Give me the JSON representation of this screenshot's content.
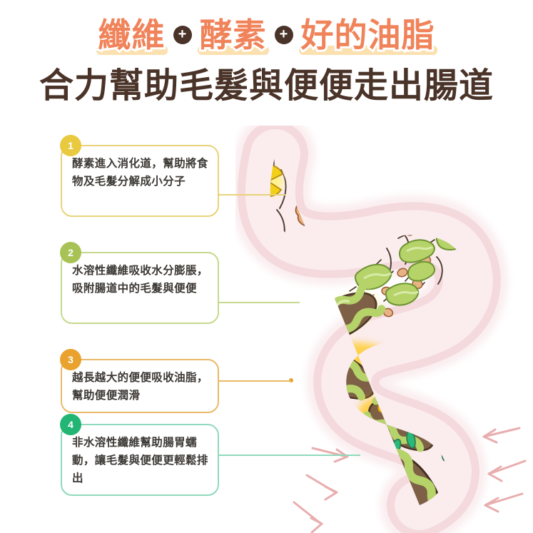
{
  "title": {
    "line1_words": [
      "纖維",
      "酵素",
      "好的油脂"
    ],
    "separator": "+",
    "line2": "合力幫助毛髮與便便走出腸道",
    "accent_color": "#F0835A",
    "highlight_color": "#FBE0B0",
    "line2_color": "#4A3328"
  },
  "steps": [
    {
      "number": "1",
      "text": "酵素進入消化道，幫助將食物及毛髮分解成小分子",
      "badge_color": "#E9C93F",
      "border_color": "#E8D37A",
      "leader_color": "#E8D37A"
    },
    {
      "number": "2",
      "text": "水溶性纖維吸收水分膨脹，吸附腸道中的毛髮與便便",
      "badge_color": "#A8C256",
      "border_color": "#C5D98C",
      "leader_color": "#C5D98C"
    },
    {
      "number": "3",
      "text": "越長越大的便便吸收油脂，幫助便便潤滑",
      "badge_color": "#E9A22E",
      "border_color": "#E9B968",
      "leader_color": "#E9B968"
    },
    {
      "number": "4",
      "text": "非水溶性纖維幫助腸胃蠕動，讓毛髮與便便更輕鬆排出",
      "badge_color": "#22B573",
      "border_color": "#8FD9BC",
      "leader_color": "#8FD9BC"
    }
  ],
  "illustration": {
    "name": "intestine-diagram",
    "gut_fill": "#F6DFE2",
    "gut_halo": "#FAECEE",
    "enzyme_color": "#F2D019",
    "food_color": "#E8AE7C",
    "fiber_color": "#B6D36A",
    "stool_color": "#7E6046",
    "oil_color": "#FFC91B",
    "arrow_color": "#E9ADAE",
    "hair_color": "#4A3A2E",
    "elements": [
      "hair-strands",
      "enzyme-pacman",
      "food-chunk",
      "soluble-fiber",
      "stool-mass",
      "oil-droplet",
      "insoluble-fiber-leaf",
      "peristalsis-arrow"
    ]
  }
}
